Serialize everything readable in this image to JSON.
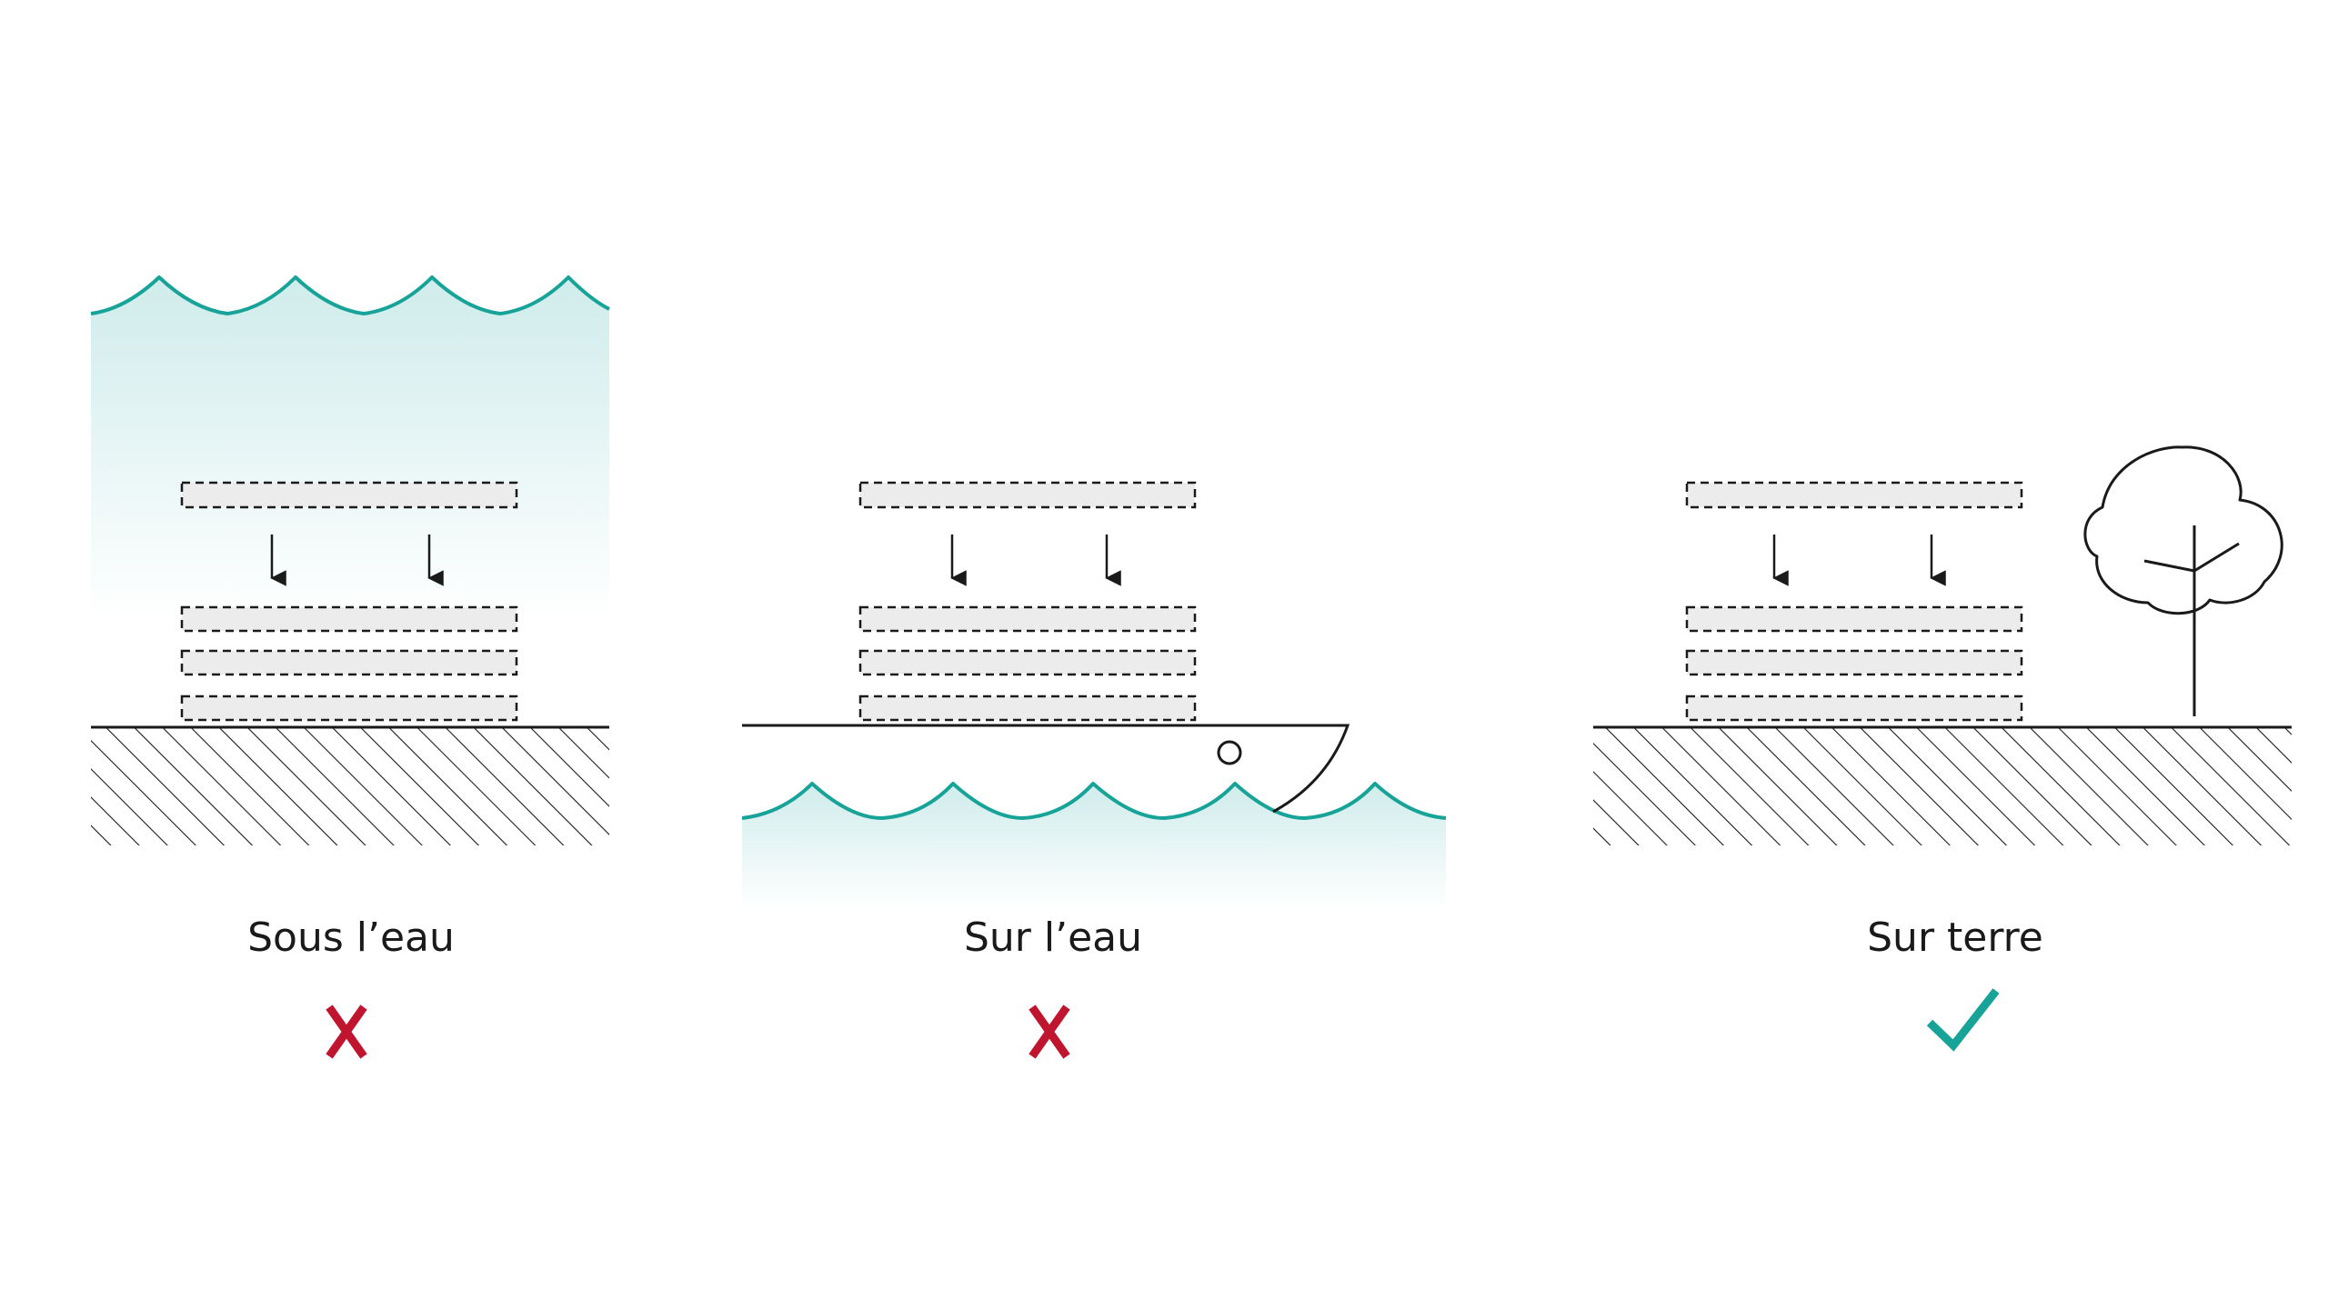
{
  "panels": [
    {
      "label": "Sous l’eau",
      "verdict": "cross"
    },
    {
      "label": "Sur l’eau",
      "verdict": "cross"
    },
    {
      "label": "Sur terre",
      "verdict": "check"
    }
  ],
  "colors": {
    "water": "#17a398",
    "cross": "#c0152f",
    "check": "#17a398",
    "ink": "#1a1a1a",
    "layer_fill": "#ececec"
  },
  "icons": {
    "cross": "cross-icon",
    "check": "check-icon",
    "tree": "tree-icon",
    "boat": "boat-hull"
  }
}
